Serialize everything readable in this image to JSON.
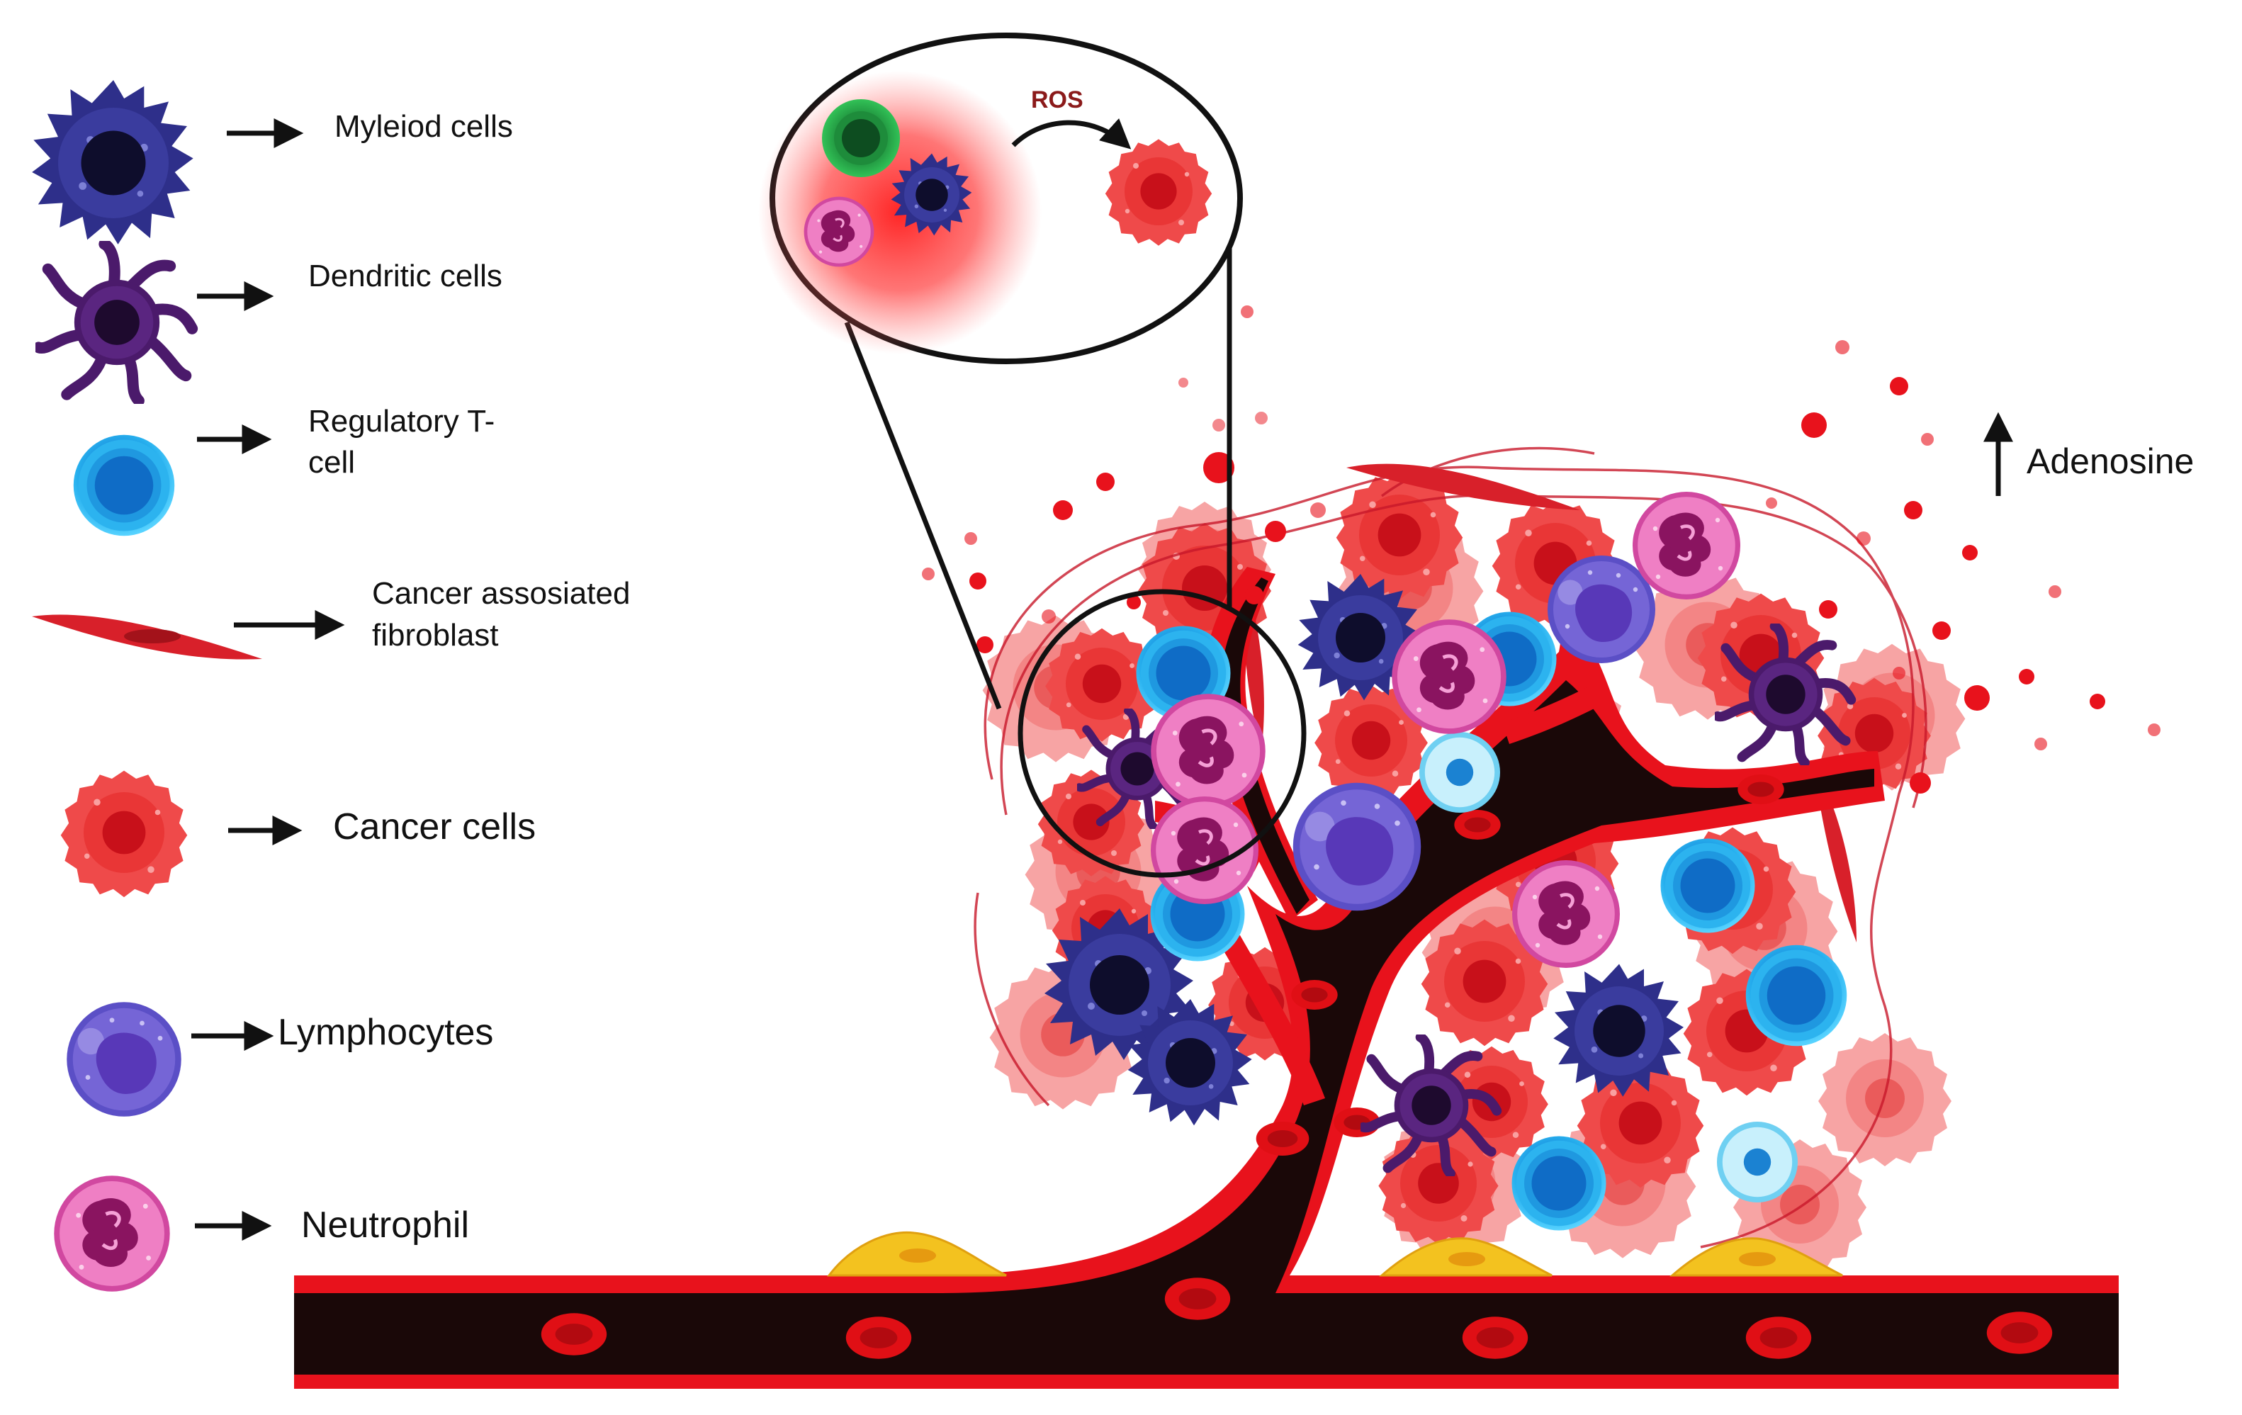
{
  "legend": {
    "myeloid": "Myleiod cells",
    "dendritic": "Dendritic cells",
    "treg_line1": "Regulatory T-",
    "treg_line2": "cell",
    "caf_line1": "Cancer assosiated",
    "caf_line2": "fibroblast",
    "cancer": "Cancer cells",
    "lymphocytes": "Lymphocytes",
    "neutrophil": "Neutrophil"
  },
  "annotations": {
    "ros": "ROS",
    "adenosine": "Adenosine"
  },
  "colors": {
    "myeloid": "#2e2f8a",
    "dendritic": "#4b1a6b",
    "treg": "#1ea6e6",
    "caf": "#d8202a",
    "cancer": "#e8383b",
    "lymphocyte": "#6a52c8",
    "neutrophil": "#e55bb0",
    "vessel_wall": "#e8121c",
    "vessel_lumen": "#1a0808",
    "rbc": "#e00f15",
    "ros_glow": "#ff2a2a",
    "endothelial": "#f3c21f"
  }
}
